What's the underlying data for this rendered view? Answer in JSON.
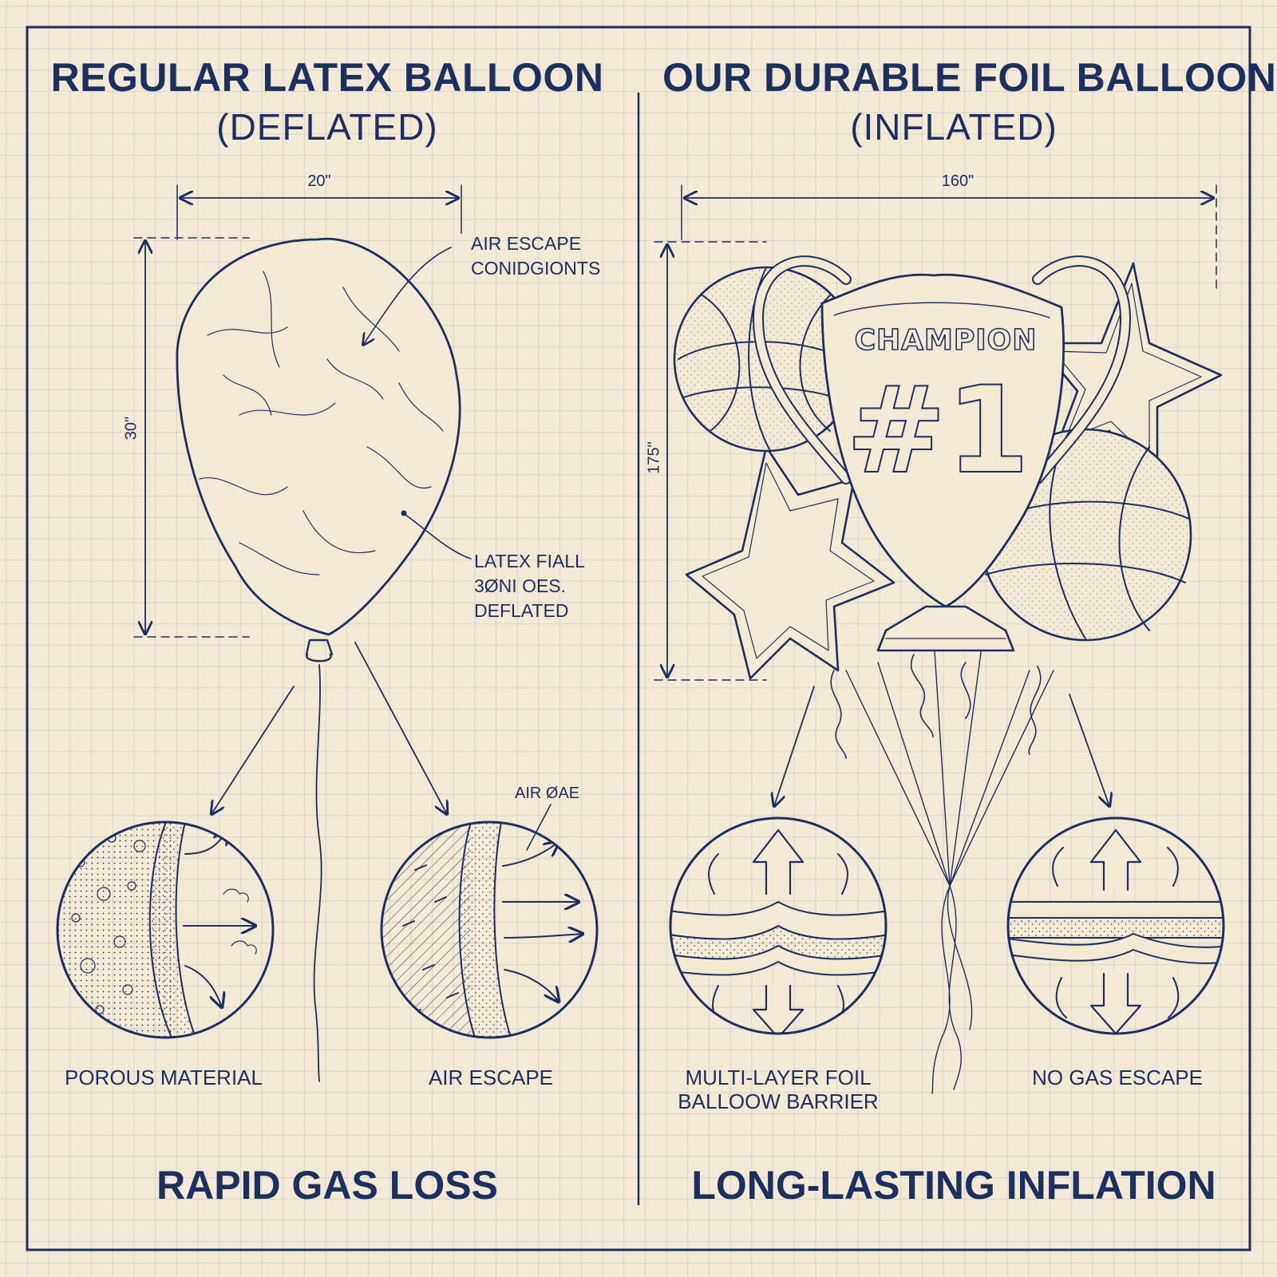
{
  "colors": {
    "ink": "#1c2f5e",
    "paper": "#f3ead5",
    "grid": "#8fa0c4"
  },
  "left": {
    "title": "REGULAR LATEX BALLOON",
    "subtitle": "(DEFLATED)",
    "width_label": "20\"",
    "height_label": "30\"",
    "callout_top": [
      "AIR ESCAPE",
      "CONIDGIONTS"
    ],
    "callout_side": [
      "LATEX FIALL",
      "3ØNI OES.",
      "DEFLATED"
    ],
    "inset_tag": "AIR ØAE",
    "caption_1": "POROUS MATERIAL",
    "caption_2": "AIR ESCAPE",
    "footer": "RAPID GAS LOSS"
  },
  "right": {
    "title": "OUR DURABLE FOIL BALLOON",
    "subtitle": "(INFLATED)",
    "width_label": "160\"",
    "height_label": "175\"",
    "balloon_text": "CHAMPION",
    "balloon_number": "#1",
    "caption_1": [
      "MULTI-LAYER FOIL",
      "BALLOOW BARRIER"
    ],
    "caption_2": "NO GAS ESCAPE",
    "footer": "LONG-LASTING INFLATION"
  }
}
